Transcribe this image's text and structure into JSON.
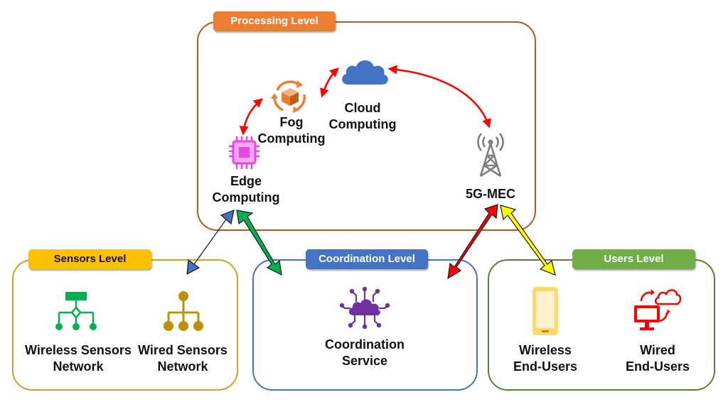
{
  "levels": {
    "processing": {
      "label": "Processing Level",
      "color": "#ED7D31",
      "border": "#B05A22"
    },
    "sensors": {
      "label": "Sensors Level",
      "color": "#FFC000",
      "border": "#C9A227"
    },
    "coordination": {
      "label": "Coordination Level",
      "color": "#4472C4",
      "border": "#4472C4"
    },
    "users": {
      "label": "Users Level",
      "color": "#70AD47",
      "border": "#548235"
    }
  },
  "nodes": {
    "cloud": "Cloud\nComputing",
    "fog": "Fog\nComputing",
    "edge": "Edge\nComputing",
    "mec": "5G-MEC",
    "wireless_sensors": "Wireless Sensors\nNetwork",
    "wired_sensors": "Wired Sensors\nNetwork",
    "coordination": "Coordination\nService",
    "wireless_users": "Wireless\nEnd-Users",
    "wired_users": "Wired\nEnd-Users"
  },
  "icons": {
    "cloud": "cloud-icon",
    "fog": "fog-cycle-icon",
    "edge": "chip-icon",
    "mec": "antenna-tower-icon",
    "wireless_sensors": "wireless-network-icon",
    "wired_sensors": "wired-network-icon",
    "coordination": "cloud-network-icon",
    "wireless_users": "smartphone-icon",
    "wired_users": "desktop-cloud-icon"
  },
  "arrow_colors": {
    "processing_links": "#FF0000",
    "edge_sensors": "#4472C4",
    "edge_coordination": "#00B050",
    "mec_coordination": "#FF0000",
    "mec_users": "#FFFF00"
  }
}
